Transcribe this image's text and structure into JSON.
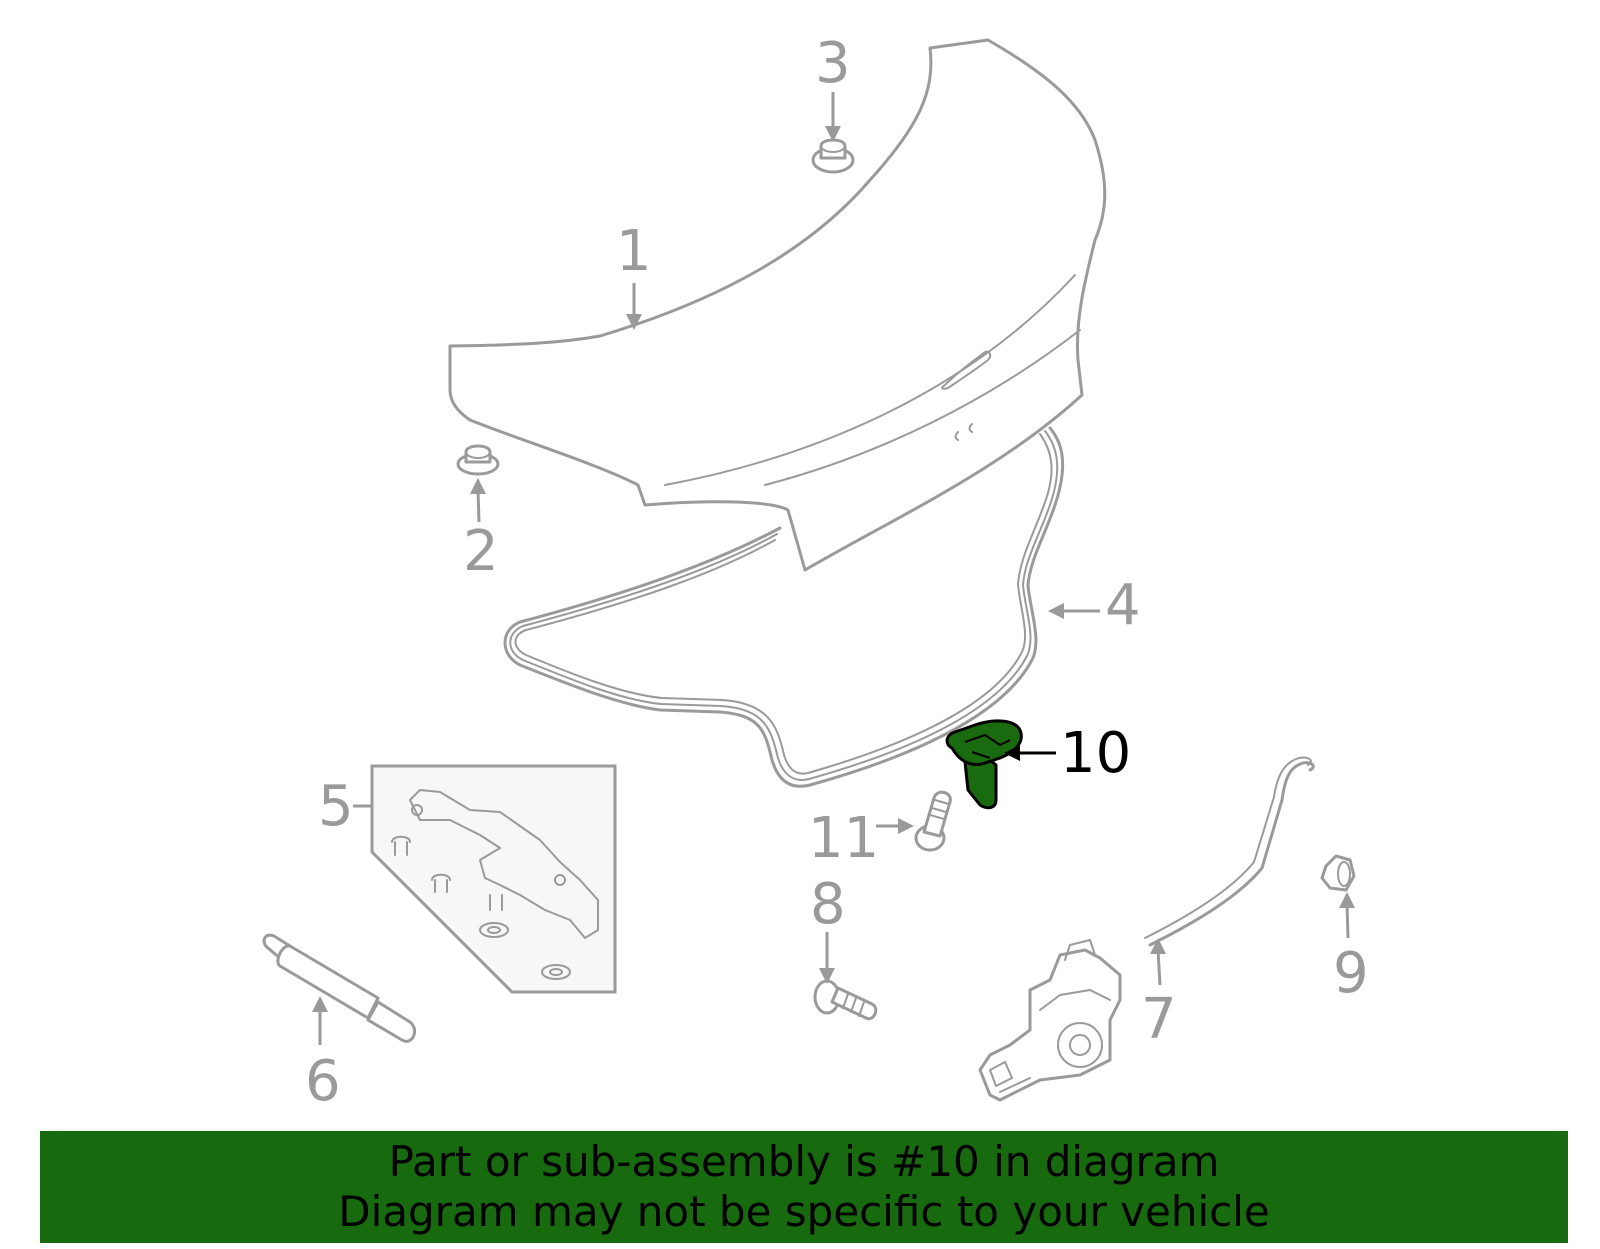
{
  "diagram": {
    "highlighted_part": "10",
    "highlight_color": "#1a6b0f",
    "callouts": {
      "c1": "1",
      "c2": "2",
      "c3": "3",
      "c4": "4",
      "c5": "5",
      "c6": "6",
      "c7": "7",
      "c8": "8",
      "c9": "9",
      "c10": "10",
      "c11": "11"
    }
  },
  "banner": {
    "line1": "Part or sub-assembly is #10 in diagram",
    "line2": "Diagram may not be specific to your vehicle",
    "background": "#176a0e"
  }
}
